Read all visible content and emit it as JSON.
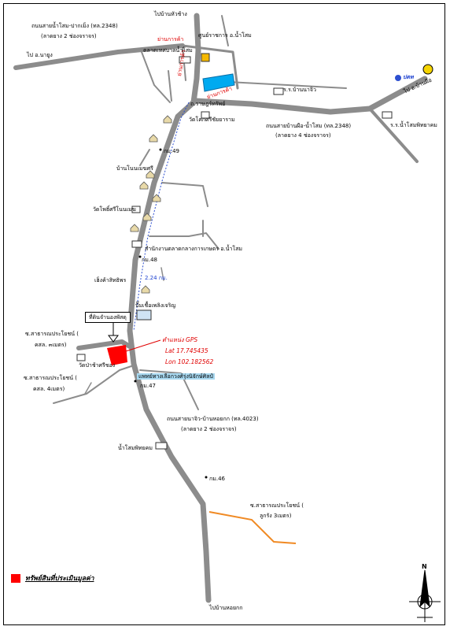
{
  "roads": {
    "to_ban_huachang": "ไปบ้านหัวช้าง",
    "hwy2348_west": "ถนนสายน้ำโสม-ปากเม็ง (ทล.2348)",
    "hwy2348_west_note": "(ลาดยาง 2 ช่องจราจร)",
    "to_na_yung": "ไป อ.นายูง",
    "hwy2348_east": "ถนนสายบ้านผือ-น้ำโสม (ทล.2348)",
    "hwy2348_east_note": "(ลาดยาง 4 ช่องจราจร)",
    "to_ban_phue": "ไป อ.บ้านผือ",
    "hwy4023": "ถนนสายนาจิว-บ้านหอยกก (ทล.4023)",
    "hwy4023_note": "(ลาดยาง 2 ช่องจราจร)",
    "to_ban_hoi": "ไปบ้านหอยกก",
    "public_road_1_a": "ซ.สาธารณประโยชน์ (",
    "public_road_1_b": "คสล. ๓เมตร)",
    "public_road_2_a": "ซ.สาธารณประโยชน์ (",
    "public_road_2_b": "คสล. 4เมตร)",
    "public_road_3_a": "ซ.สาธารณประโยชน์ (",
    "public_road_3_b": "ลูกรัง 3เมตร)"
  },
  "places": {
    "commerce_center": "ศูนย์ราชการ อ.น้ำโสม",
    "municipal_market": "ตลาดเทศบาลน้ำโสม",
    "commercial_zone_1": "ย่านการค้า",
    "commercial_zone_2": "ย่านการค้า",
    "commercial_zone_3": "ย่านการค้า",
    "school_na_jiw": "ร.ร.บ้านนาจิว",
    "school_nam_som": "ร.ร.น้ำโสมพิทยาคม",
    "wat_sri_chai": "วัดโคกศรีชัยยาราม",
    "ban_nong_mek": "บ้านโนนเมฆศรี",
    "wat_pho_sri": "วัดโพธิ์ศรีโนนเมฆ",
    "market_office": "สำนักงานตลาดกลางการเกษตร อ.น้ำโสม",
    "shop_sitthi": "เฮ็งค้าสิทธิพร",
    "fuel_station": "ปั๊มเชื้อเพลิงเจริญ",
    "wat_pa": "วัดป่าช้าศรีชอง",
    "temple_chapel": "แพทย์ทางเลือกวงศ์รุ่งนิจักษ์ศิลป์",
    "nam_som_school": "น้ำโสมพิทยคม",
    "ban_sanam": "ถ.ราษฎร์ทรัพย์",
    "km_49": "กม.49",
    "km_48": "กม.48",
    "km_47": "กม.47",
    "km_46": "กม.46",
    "ptt_brand": "ปตท",
    "distance": "2.24 กม."
  },
  "property": {
    "label": "ทรัพย์สินที่ประเมินมูลค่า",
    "callout": "ที่ดินจำนองพัสดุ",
    "gps_title": "ตำแหน่ง GPS",
    "lat": "Lat 17.745435",
    "lon": "Lon 102.182562"
  },
  "compass": {
    "north": "N"
  },
  "colors": {
    "road": "#8c8c8c",
    "property": "#ff0000",
    "dirt_road": "#f08a24",
    "route": "#2d4fd0",
    "pond": "#00aaf0"
  }
}
